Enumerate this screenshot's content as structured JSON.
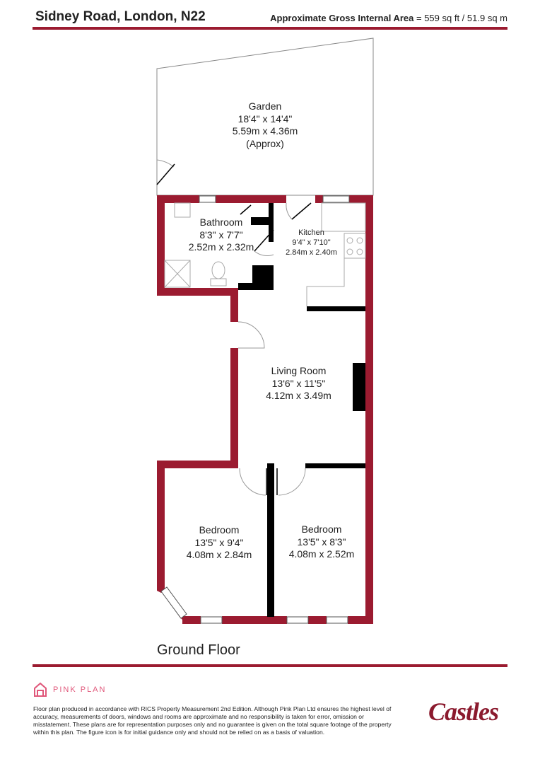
{
  "header": {
    "title": "Sidney Road, London, N22",
    "area_label": "Approximate Gross Internal Area",
    "area_value": "= 559 sq ft / 51.9 sq m"
  },
  "colors": {
    "wall": "#9b1b30",
    "inner_wall": "#000000",
    "brand_pink": "#e0577a",
    "castles": "#8b1a2e"
  },
  "rooms": [
    {
      "name": "Garden",
      "imperial": "18'4\" x 14'4\"",
      "metric": "5.59m x 4.36m",
      "note": "(Approx)"
    },
    {
      "name": "Bathroom",
      "imperial": "8'3\" x 7'7\"",
      "metric": "2.52m x 2.32m"
    },
    {
      "name": "Kitchen",
      "imperial": "9'4\" x 7'10\"",
      "metric": "2.84m x 2.40m"
    },
    {
      "name": "Living Room",
      "imperial": "13'6\" x 11'5\"",
      "metric": "4.12m x 3.49m"
    },
    {
      "name": "Bedroom",
      "imperial": "13'5\" x 9'4\"",
      "metric": "4.08m x 2.84m"
    },
    {
      "name": "Bedroom",
      "imperial": "13'5\" x 8'3\"",
      "metric": "4.08m x 2.52m"
    }
  ],
  "floor_name": "Ground Floor",
  "footer": {
    "brand": "PINK PLAN",
    "disclaimer": "Floor plan produced in accordance with RICS Property Measurement 2nd Edition. Although Pink Plan Ltd ensures the highest level of accuracy, measurements of doors, windows and rooms are approximate and no responsibility is taken for error, omission or misstatement. These plans are for representation purposes only and no guarantee is given on the total square footage of the property within this plan. The figure icon is for initial guidance only and should not be relied on as a basis of valuation.",
    "agent_logo": "Castles"
  }
}
